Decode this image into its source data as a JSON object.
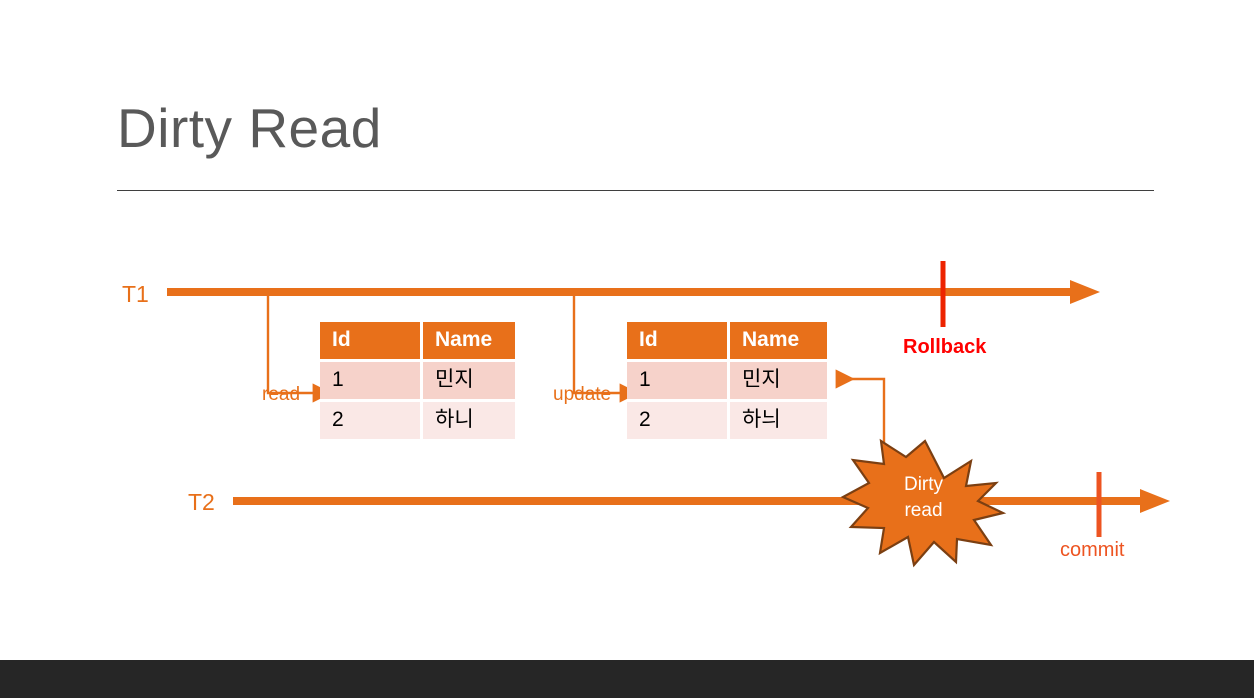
{
  "slide": {
    "title": "Dirty Read",
    "background_color": "#FFFFFF",
    "accent_color": "#E8701A",
    "footer_band_color": "#262626"
  },
  "timelines": [
    {
      "name": "T1",
      "label": "T1",
      "marker_label": "Rollback",
      "marker_color": "#FF0000"
    },
    {
      "name": "T2",
      "label": "T2",
      "marker_label": "commit",
      "marker_color": "#ED5421"
    }
  ],
  "actions": [
    {
      "name": "read",
      "label": "read"
    },
    {
      "name": "update",
      "label": "update"
    }
  ],
  "tables": [
    {
      "name": "table-before-update",
      "headers": [
        "Id",
        "Name"
      ],
      "rows": [
        [
          "1",
          "민지"
        ],
        [
          "2",
          "하니"
        ]
      ]
    },
    {
      "name": "table-after-update",
      "headers": [
        "Id",
        "Name"
      ],
      "rows": [
        [
          "1",
          "민지"
        ],
        [
          "2",
          "하늬"
        ]
      ]
    }
  ],
  "burst": {
    "line1": "Dirty",
    "line2": "read",
    "fill_color": "#E8701A",
    "stroke_color": "#7B3F12"
  }
}
